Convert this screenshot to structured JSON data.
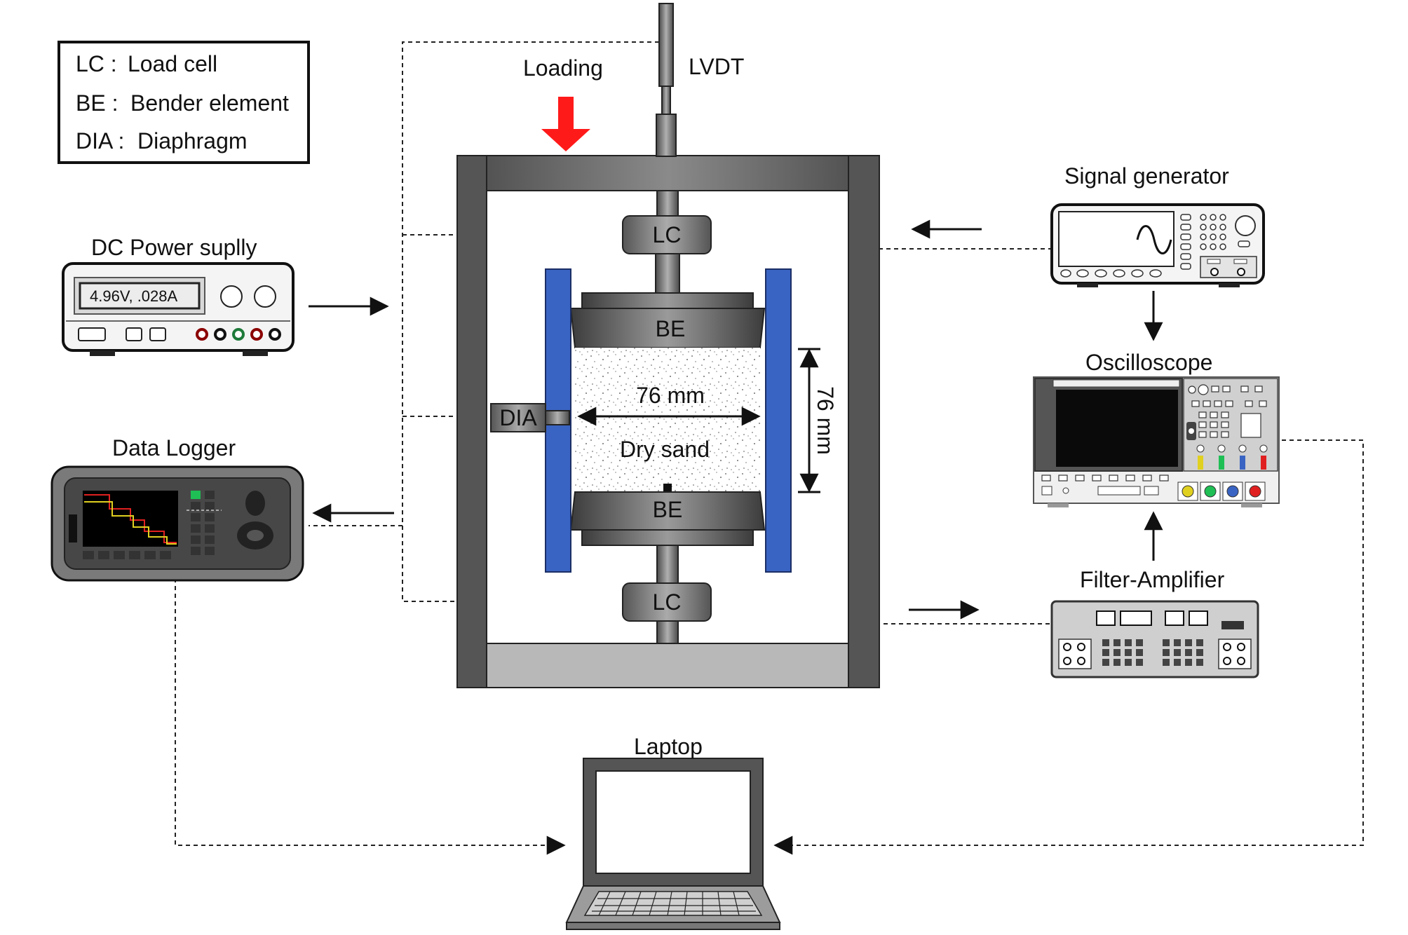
{
  "legend": {
    "items": [
      {
        "abbr": "LC :",
        "desc": "Load cell"
      },
      {
        "abbr": "BE :",
        "desc": "Bender element"
      },
      {
        "abbr": "DIA :",
        "desc": "Diaphragm"
      }
    ]
  },
  "labels": {
    "loading": "Loading",
    "lvdt": "LVDT",
    "lc_top": "LC",
    "lc_bottom": "LC",
    "be_top": "BE",
    "be_bottom": "BE",
    "dia": "DIA",
    "width_dim": "76 mm",
    "height_dim": "76 mm",
    "specimen": "Dry sand",
    "dc_power": "DC Power suplly",
    "data_logger": "Data Logger",
    "signal_generator": "Signal generator",
    "oscilloscope": "Oscilloscope",
    "filter_amplifier": "Filter-Amplifier",
    "laptop": "Laptop"
  },
  "dc_display": "4.96V,  .028A",
  "colors": {
    "frame": "#5a5a5a",
    "diaphragm_plate": "#3a64c3",
    "loading_arrow": "#ff1a1a",
    "device_body": "#f4f4f4",
    "device_dark": "#4a4a4a"
  }
}
